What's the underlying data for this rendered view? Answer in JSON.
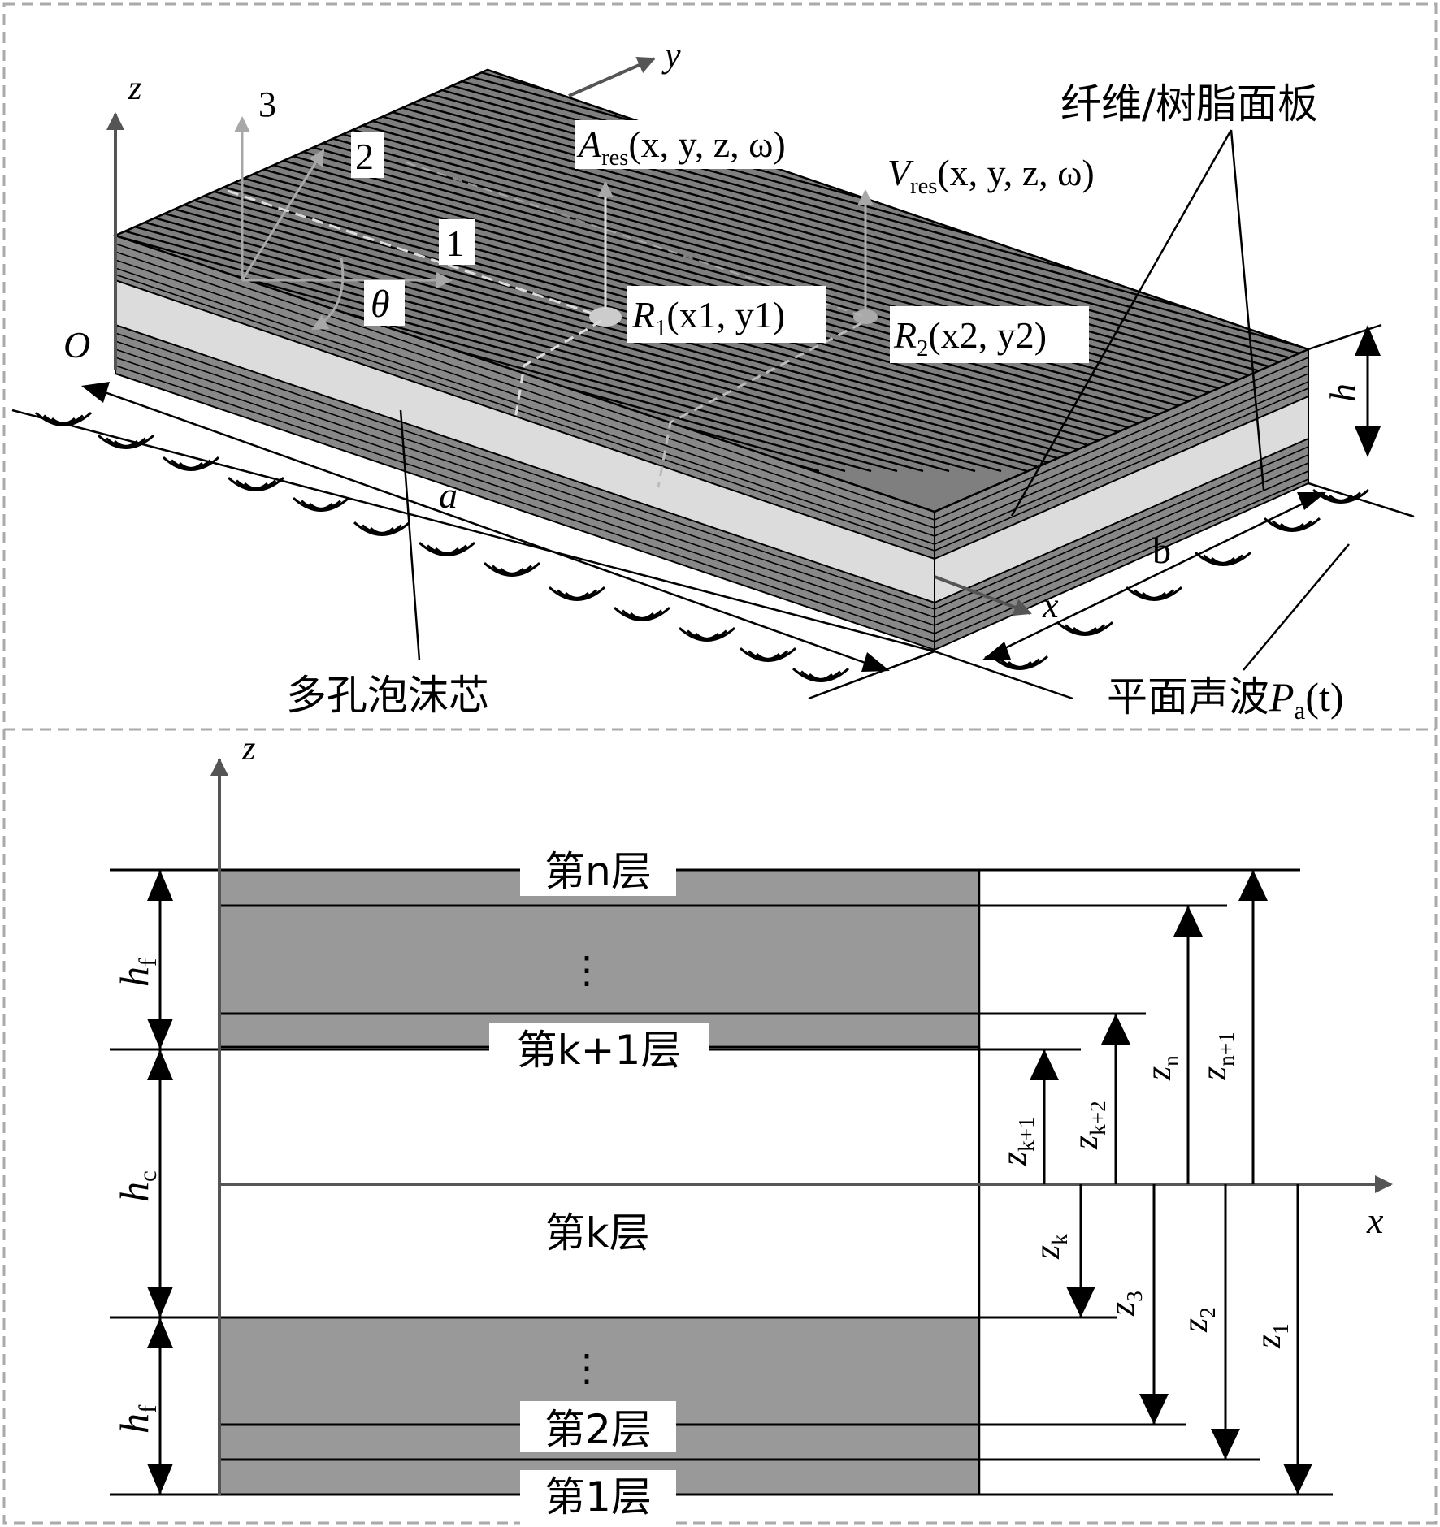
{
  "top": {
    "axis_z": "z",
    "axis_y": "y",
    "axis_x": "x",
    "origin": "O",
    "local_axis_3": "3",
    "local_axis_2": "2",
    "local_axis_1": "1",
    "angle": "θ",
    "a_res": {
      "main": "A",
      "sub": "res",
      "args": "(x, y, z, ω)"
    },
    "v_res": {
      "main": "V",
      "sub": "res",
      "args": "(x, y, z, ω)"
    },
    "r1": {
      "main": "R",
      "sub": "1",
      "args": "(x1, y1)"
    },
    "r2": {
      "main": "R",
      "sub": "2",
      "args": "(x2, y2)"
    },
    "face_sheet_label": "纤维/树脂面板",
    "foam_core_label": "多孔泡沫芯",
    "plane_wave_label": "平面声波",
    "plane_wave_symbol": {
      "main": "P",
      "sub": "a",
      "args": "(t)"
    },
    "dim_a": "a",
    "dim_b": "b",
    "dim_h": "h"
  },
  "bottom": {
    "axis_z": "z",
    "axis_x": "x",
    "layer_n": "第n层",
    "layer_k1": "第k+1层",
    "layer_k": "第k层",
    "layer_2": "第2层",
    "layer_1": "第1层",
    "dots": "⋮",
    "h_f": {
      "main": "h",
      "sub": "f"
    },
    "h_c": {
      "main": "h",
      "sub": "c"
    },
    "z_labels": {
      "z_n1": {
        "main": "z",
        "sub": "n+1"
      },
      "z_n": {
        "main": "z",
        "sub": "n"
      },
      "z_k2": {
        "main": "z",
        "sub": "k+2"
      },
      "z_k1": {
        "main": "z",
        "sub": "k+1"
      },
      "z_k": {
        "main": "z",
        "sub": "k"
      },
      "z_3": {
        "main": "z",
        "sub": "3"
      },
      "z_2": {
        "main": "z",
        "sub": "2"
      },
      "z_1": {
        "main": "z",
        "sub": "1"
      }
    }
  },
  "colors": {
    "face_top": "#7f7f7f",
    "face_bottom_panel": "#999999",
    "core": "#dcdcdc",
    "line": "#000000",
    "gray_arrow": "#9a9a9a",
    "axis_dark": "#555555",
    "frame": "#aaaaaa"
  }
}
